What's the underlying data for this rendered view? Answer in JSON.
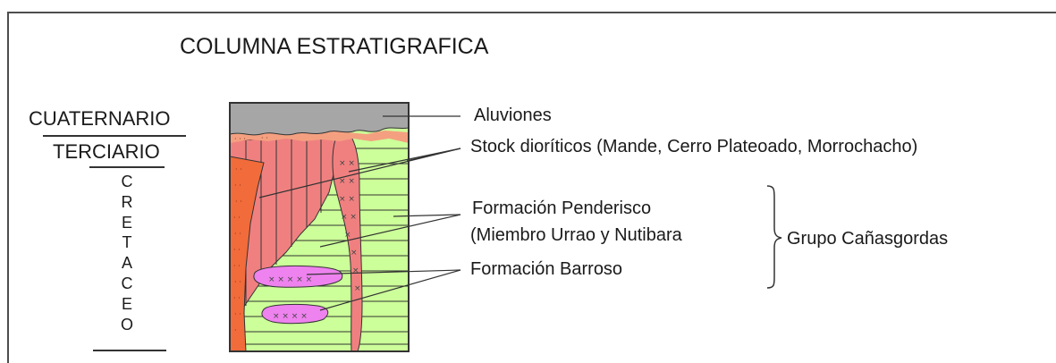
{
  "title": "COLUMNA ESTRATIGRAFICA",
  "eras": {
    "cuaternario": "CUATERNARIO",
    "terciario": "TERCIARIO",
    "cretaceo_letters": [
      "C",
      "R",
      "E",
      "T",
      "A",
      "C",
      "E",
      "O"
    ]
  },
  "labels": {
    "aluviones": "Aluviones",
    "stock": "Stock dioríticos (Mande, Cerro Plateoado, Morrochacho)",
    "penderisco_1": "Formación Penderisco",
    "penderisco_2": "(Miembro Urrao y Nutibara",
    "grupo": "Grupo Cañasgordas",
    "barroso": "Formación Barroso"
  },
  "colors": {
    "aluvion": "#a6a6a6",
    "green_layers": "#ccff99",
    "stock_pink": "#f08080",
    "dark_orange": "#f26b3a",
    "magenta": "#ee82ee",
    "outline": "#333333"
  }
}
